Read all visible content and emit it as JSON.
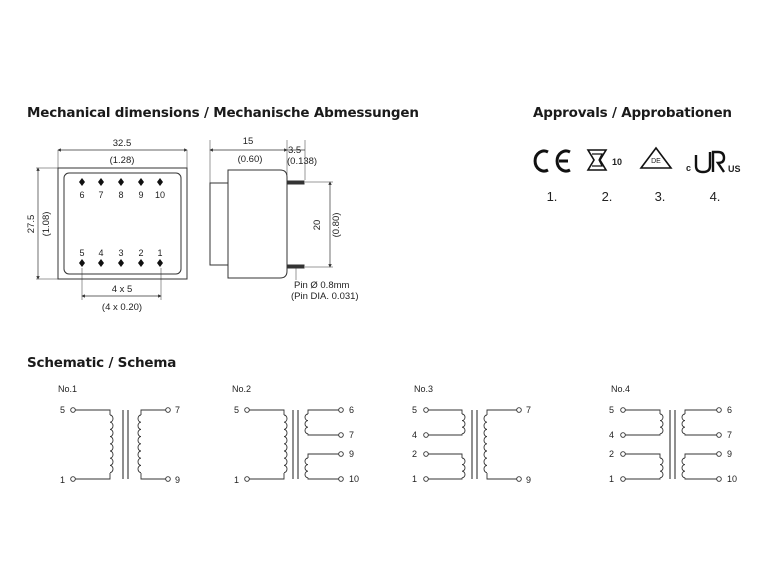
{
  "headings": {
    "mechanical": "Mechanical dimensions / Mechanische Abmessungen",
    "approvals": "Approvals / Approbationen",
    "schematic": "Schematic / Schema"
  },
  "mechanical": {
    "top_view": {
      "width_mm": "32.5",
      "width_in": "(1.28)",
      "height_mm": "27.5",
      "height_in": "(1.08)",
      "pins_top": [
        "6",
        "7",
        "8",
        "9",
        "10"
      ],
      "pins_bottom": [
        "5",
        "4",
        "3",
        "2",
        "1"
      ],
      "pitch_mm": "4 x 5",
      "pitch_in": "(4 x 0.20)"
    },
    "side_view": {
      "depth_mm": "15",
      "depth_in": "(0.60)",
      "pin_length_mm": "3.5",
      "pin_length_in": "(0.138)",
      "pin_span_mm": "20",
      "pin_span_in": "(0.80)",
      "pin_dia_mm": "Pin Ø 0.8mm",
      "pin_dia_in": "(Pin DIA. 0.031)"
    }
  },
  "approvals": {
    "logos": [
      "ce-mark-icon",
      "semko-mark-icon",
      "vde-mark-icon",
      "ur-mark-icon"
    ],
    "vde_text": "DE",
    "ur_text": "US",
    "ur_prefix": "c",
    "numbers": [
      "1.",
      "2.",
      "3.",
      "4."
    ]
  },
  "schematics": [
    {
      "label": "No.1",
      "left_pins": [
        "5",
        "1"
      ],
      "right_pins": [
        "7",
        "9"
      ]
    },
    {
      "label": "No.2",
      "left_pins": [
        "5",
        "1"
      ],
      "right_pins": [
        "6",
        "7",
        "9",
        "10"
      ]
    },
    {
      "label": "No.3",
      "left_pins": [
        "5",
        "4",
        "2",
        "1"
      ],
      "right_pins": [
        "7",
        "9"
      ]
    },
    {
      "label": "No.4",
      "left_pins": [
        "5",
        "4",
        "2",
        "1"
      ],
      "right_pins": [
        "6",
        "7",
        "9",
        "10"
      ]
    }
  ]
}
